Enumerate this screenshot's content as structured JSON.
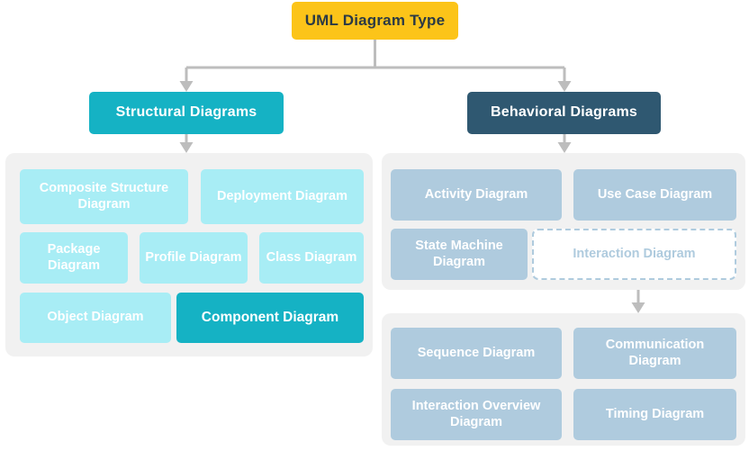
{
  "diagram": {
    "title": "UML Diagram Type",
    "root": {
      "label": "UML Diagram Type"
    },
    "branches": {
      "structural": {
        "label": "Structural Diagrams"
      },
      "behavioral": {
        "label": "Behavioral Diagrams"
      }
    },
    "structural_children": [
      {
        "label": "Composite Structure Diagram",
        "state": "normal"
      },
      {
        "label": "Deployment Diagram",
        "state": "normal"
      },
      {
        "label": "Package Diagram",
        "state": "normal"
      },
      {
        "label": "Profile Diagram",
        "state": "normal"
      },
      {
        "label": "Class Diagram",
        "state": "normal"
      },
      {
        "label": "Object Diagram",
        "state": "normal"
      },
      {
        "label": "Component Diagram",
        "state": "selected"
      }
    ],
    "behavioral_children": [
      {
        "label": "Activity Diagram",
        "state": "normal"
      },
      {
        "label": "Use Case Diagram",
        "state": "normal"
      },
      {
        "label": "State Machine Diagram",
        "state": "normal"
      },
      {
        "label": "Interaction Diagram",
        "state": "expanded"
      }
    ],
    "interaction_children": [
      {
        "label": "Sequence Diagram",
        "state": "normal"
      },
      {
        "label": "Communication Diagram",
        "state": "normal"
      },
      {
        "label": "Interaction Overview Diagram",
        "state": "normal"
      },
      {
        "label": "Timing Diagram",
        "state": "normal"
      }
    ],
    "colors": {
      "root": "#FCC419",
      "root_text": "#2B3A45",
      "structural": "#15B2C4",
      "behavioral": "#2F5871",
      "structural_leaf": "#A8EDF5",
      "behavioral_leaf": "#AFCBDE",
      "selected_leaf": "#15B2C4",
      "panel": "#F1F1F1",
      "connector": "#BDBDBD"
    }
  }
}
